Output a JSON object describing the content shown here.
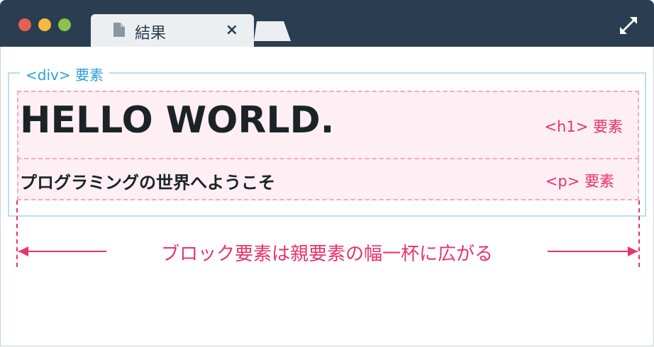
{
  "window": {
    "tab_title": "結果",
    "tab_close": "×"
  },
  "diagram": {
    "div_label": "<div> 要素",
    "h1_text": "HELLO WORLD.",
    "h1_label": "<h1> 要素",
    "p_text": "プログラミングの世界へようこそ",
    "p_label": "<p> 要素",
    "width_caption": "ブロック要素は親要素の幅一杯に広がる"
  },
  "colors": {
    "titlebar": "#2b3d50",
    "div_border": "#b7e1ef",
    "div_label": "#2a9fd6",
    "element_bg": "#fdeff4",
    "element_border": "#f7a6c2",
    "accent_pink": "#e8336c",
    "text_dark": "#1b2326"
  },
  "icons": {
    "file": "file-icon",
    "fullscreen": "expand-arrows-icon",
    "new_tab": "new-tab-icon"
  }
}
